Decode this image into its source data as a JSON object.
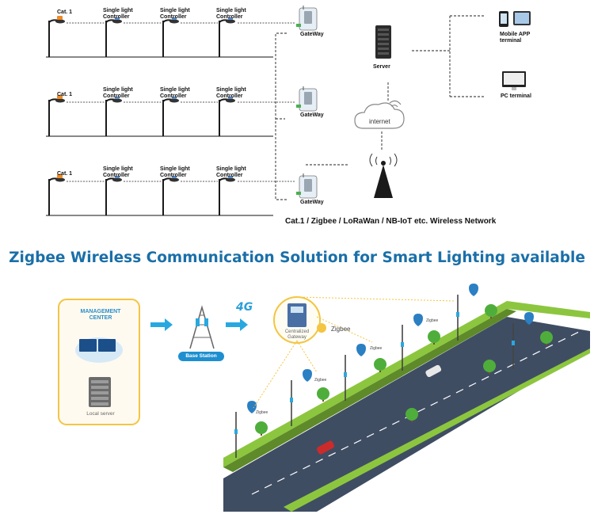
{
  "top_diagram": {
    "rows": [
      {
        "first_label": "Cat. 1",
        "controller_labels": [
          "Single light\nController",
          "Single light\nController",
          "Single light\nController"
        ],
        "gateway_label": "GateWay"
      },
      {
        "first_label": "Cat. 1",
        "controller_labels": [
          "Single light\nController",
          "Single light\nController",
          "Single light\nController"
        ],
        "gateway_label": "GateWay"
      },
      {
        "first_label": "Cat. 1",
        "controller_labels": [
          "Single light\nController",
          "Single light\nController",
          "Single light\nController"
        ],
        "gateway_label": "GateWay"
      }
    ],
    "server_label": "Server",
    "internet_label": "internet",
    "mobile_label": "Mobile APP\nterminal",
    "pc_label": "PC terminal",
    "network_caption": "Cat.1 / Zigbee / LoRaWan / NB-IoT  etc. Wireless Network"
  },
  "headline": "Zigbee Wireless Communication Solution for Smart Lighting available",
  "bottom_diagram": {
    "management_center": "MANAGEMENT\nCENTER",
    "local_server": "Local server",
    "base_station": "Base Station",
    "network_badge": "4G",
    "gateway_label": "Centralized\nGateway",
    "zigbee_label": "Zigbee",
    "zigbee_small": "Zigbee"
  },
  "colors": {
    "headline": "#1a6fa8",
    "accent_blue": "#1d8fd0",
    "gateway_yellow": "#f3c542",
    "grass": "#8cc63f",
    "road": "#3f4d63",
    "lamp_pole": "#1a1a1a"
  }
}
